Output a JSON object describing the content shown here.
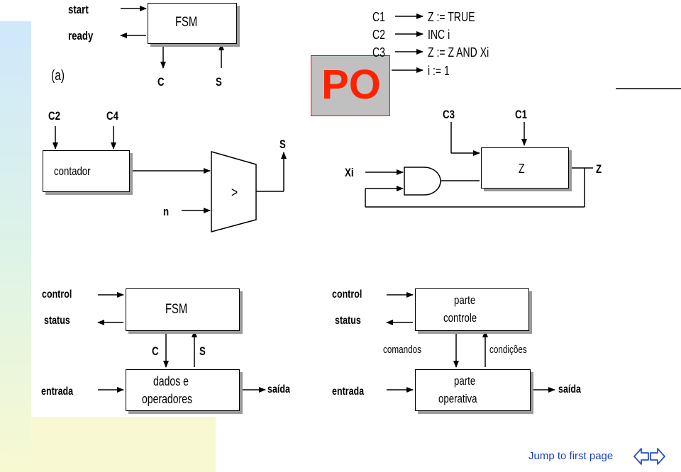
{
  "diagram_a": {
    "tag": "(a)",
    "fsm": "FSM",
    "start": "start",
    "ready": "ready",
    "c": "C",
    "s": "S",
    "po": "PO",
    "ops": [
      {
        "c": "C1",
        "op": "Z := TRUE"
      },
      {
        "c": "C2",
        "op": "INC i"
      },
      {
        "c": "C3",
        "op": "Z := Z AND Xi"
      },
      {
        "c": "",
        "op": "i := 1"
      }
    ],
    "c2": "C2",
    "c4": "C4",
    "contador": "contador",
    "n": "n",
    "gt": ">",
    "s_out": "S",
    "xi": "Xi",
    "c3": "C3",
    "c1": "C1",
    "z_reg": "Z",
    "z_out": "Z"
  },
  "diagram_b": {
    "control": "control",
    "status": "status",
    "fsm": "FSM",
    "c": "C",
    "s": "S",
    "entrada": "entrada",
    "dados_line1": "dados e",
    "dados_line2": "operadores",
    "saida": "saída"
  },
  "diagram_c": {
    "control": "control",
    "status": "status",
    "parte_line1": "parte",
    "controle": "controle",
    "comandos": "comandos",
    "condicoes": "condições",
    "entrada": "entrada",
    "parte2_line1": "parte",
    "operativa": "operativa",
    "saida": "saída"
  },
  "nav": {
    "jump": "Jump to first page",
    "prev_icon": "arrow-left-icon",
    "next_icon": "arrow-right-icon",
    "link_color": "#1a3fbf"
  }
}
